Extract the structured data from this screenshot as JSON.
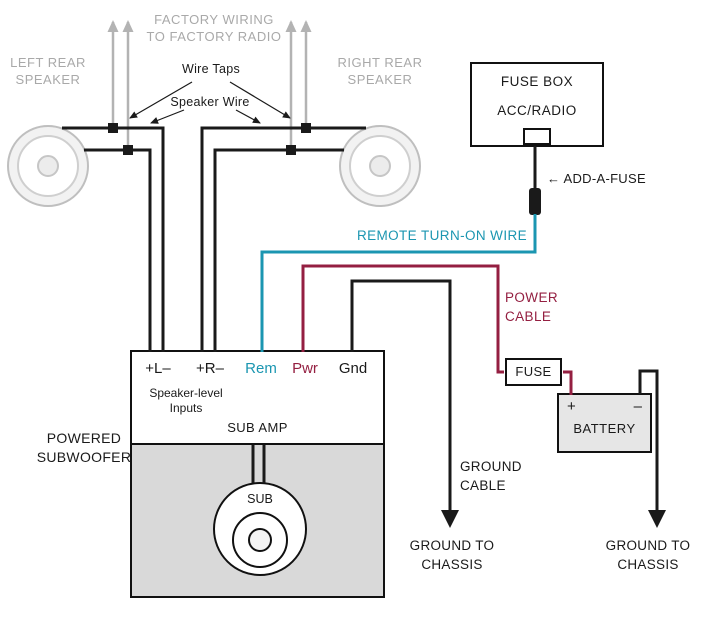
{
  "colors": {
    "teal": "#1b96b1",
    "power": "#941f41",
    "gray_text": "#a9a9a9",
    "arrow_gray": "#b3b3b3",
    "wire": "#1a1a1a",
    "sub_fill": "#d9d9d9",
    "battery_fill": "#e6e6e6"
  },
  "factory": {
    "line1": "FACTORY WIRING",
    "line2": "TO FACTORY RADIO"
  },
  "speakers": {
    "left1": "LEFT REAR",
    "left2": "SPEAKER",
    "right1": "RIGHT REAR",
    "right2": "SPEAKER"
  },
  "callouts": {
    "wire_taps": "Wire Taps",
    "speaker_wire": "Speaker Wire",
    "add_a_fuse": "← ADD-A-FUSE",
    "remote": "REMOTE TURN-ON WIRE",
    "power1": "POWER",
    "power2": "CABLE",
    "ground1": "GROUND",
    "ground2": "CABLE",
    "ground_chassis1": "GROUND TO",
    "ground_chassis2": "CHASSIS"
  },
  "fuse_box": {
    "title": "FUSE BOX",
    "circuit": "ACC/RADIO"
  },
  "amp": {
    "terminals": [
      {
        "label": "+L–"
      },
      {
        "label": "+R–"
      },
      {
        "label": "Rem"
      },
      {
        "label": "Pwr"
      },
      {
        "label": "Gnd"
      }
    ],
    "inputs1": "Speaker-level",
    "inputs2": "Inputs",
    "name": "SUB AMP"
  },
  "subwoofer": {
    "label1": "POWERED",
    "label2": "SUBWOOFER",
    "cone": "SUB"
  },
  "power_side": {
    "fuse": "FUSE",
    "battery": "BATTERY",
    "plus": "+",
    "minus": "–"
  }
}
